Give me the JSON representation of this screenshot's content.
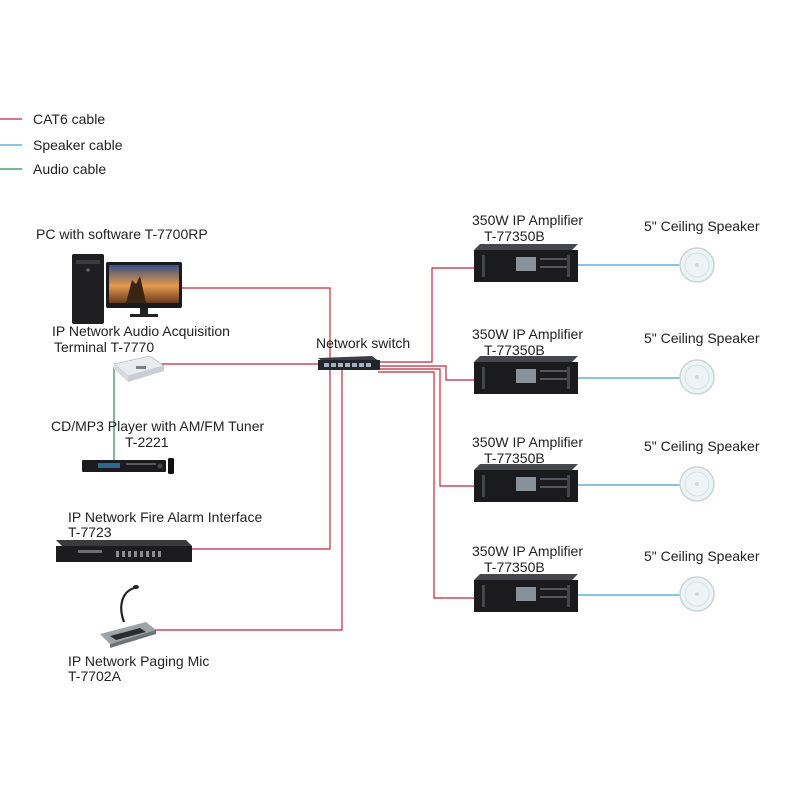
{
  "legend": {
    "items": [
      {
        "label": "CAT6 cable",
        "color": "#c0283e"
      },
      {
        "label": "Speaker cable",
        "color": "#3fa3c9"
      },
      {
        "label": "Audio cable",
        "color": "#2a8a5a"
      }
    ]
  },
  "devices": {
    "pc": {
      "line1": "PC with software T-7700RP"
    },
    "acquisition": {
      "line1": "IP Network Audio Acquisition",
      "line2": "Terminal T-7770"
    },
    "cd_player": {
      "line1": "CD/MP3 Player with AM/FM Tuner",
      "line2": "T-2221"
    },
    "fire_alarm": {
      "line1": "IP Network Fire Alarm Interface",
      "line2": "T-7723"
    },
    "paging_mic": {
      "line1": "IP Network Paging Mic",
      "line2": "T-7702A"
    },
    "switch": {
      "label": "Network switch"
    }
  },
  "amplifiers": [
    {
      "line1": "350W IP Amplifier",
      "line2": "T-77350B",
      "speaker": "5\" Ceiling Speaker"
    },
    {
      "line1": "350W IP Amplifier",
      "line2": "T-77350B",
      "speaker": "5\" Ceiling Speaker"
    },
    {
      "line1": "350W IP Amplifier",
      "line2": "T-77350B",
      "speaker": "5\" Ceiling Speaker"
    },
    {
      "line1": "350W IP Amplifier",
      "line2": "T-77350B",
      "speaker": "5\" Ceiling Speaker"
    }
  ],
  "colors": {
    "cat6": "#c0283e",
    "speaker": "#3fa3c9",
    "audio": "#2a8a5a",
    "device": "#1d1d1f"
  }
}
